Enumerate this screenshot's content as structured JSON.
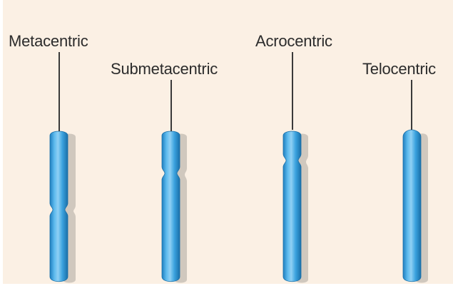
{
  "diagram": {
    "chromosome_types": [
      {
        "id": "metacentric",
        "label": "Metacentric"
      },
      {
        "id": "submetacentric",
        "label": "Submetacentric"
      },
      {
        "id": "acrocentric",
        "label": "Acrocentric"
      },
      {
        "id": "telocentric",
        "label": "Telocentric"
      }
    ]
  },
  "colors": {
    "background": "#fbf0e4",
    "chromosome_fill": "#2f9ad8",
    "chromosome_highlight": "#8fd0f4",
    "chromosome_edge": "#1a6fa8",
    "shadow": "#b9b2aa",
    "leader_line": "#3a3a3a"
  }
}
